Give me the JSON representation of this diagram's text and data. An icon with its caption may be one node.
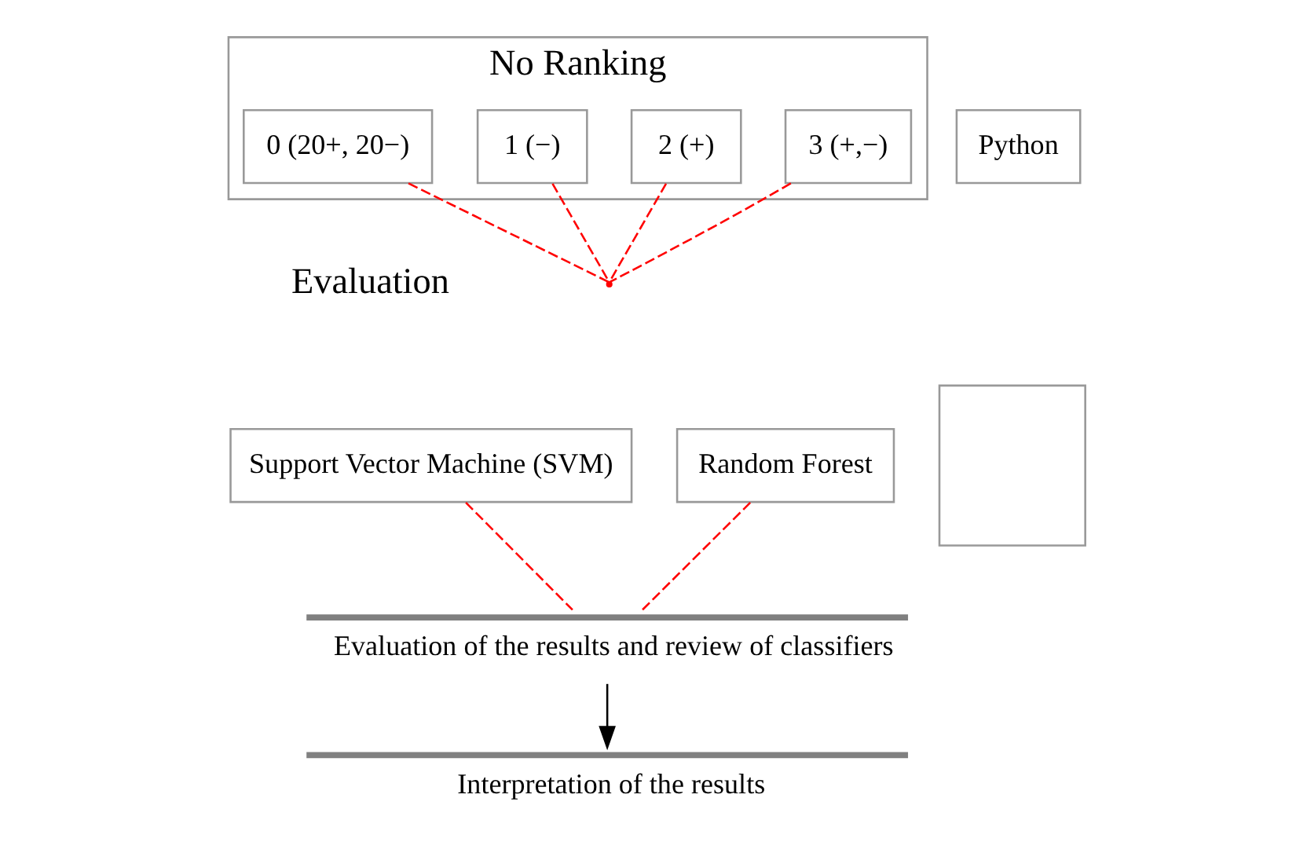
{
  "diagram": {
    "nodes": [
      {
        "text": [
          "No Ranking"
        ]
      },
      {
        "text": [
          "0 (20+, 20−)"
        ],
        "in": 0
      },
      {
        "text": [
          "1 (−)"
        ],
        "in": 0
      },
      {
        "text": [
          "2 (+)"
        ],
        "in": 0
      },
      {
        "text": [
          "3 (+,−)"
        ],
        "in": 0
      },
      {
        "text": [
          "Python"
        ]
      },
      {
        "text": [],
        "shape": "point"
      },
      {
        "text": [
          "Support Vector Machine (SVM)"
        ]
      },
      {
        "text": [
          "Random Forest"
        ]
      },
      {
        "text": [],
        "shape": "box"
      },
      {
        "text": [
          "Evaluation of the results and review of classifiers"
        ]
      },
      {
        "text": [
          "Interpretation of the results"
        ]
      }
    ],
    "edges": [
      {
        "from": 1,
        "to": 6,
        "arrow": "none",
        "style": "dashed"
      },
      {
        "from": 2,
        "to": 6,
        "arrow": "none",
        "style": "dashed"
      },
      {
        "from": 3,
        "to": 6,
        "arrow": "none",
        "style": "dashed"
      },
      {
        "from": 4,
        "to": 6,
        "arrow": "none",
        "style": "dashed"
      },
      {
        "from": 7,
        "to": 10,
        "arrow": "none",
        "style": "dashed"
      },
      {
        "from": 8,
        "to": 10,
        "arrow": "none",
        "style": "dashed"
      },
      {
        "from": 10,
        "to": 11,
        "arrow": "to",
        "color": "#000000"
      }
    ],
    "labels": [
      "Evaluation"
    ]
  }
}
